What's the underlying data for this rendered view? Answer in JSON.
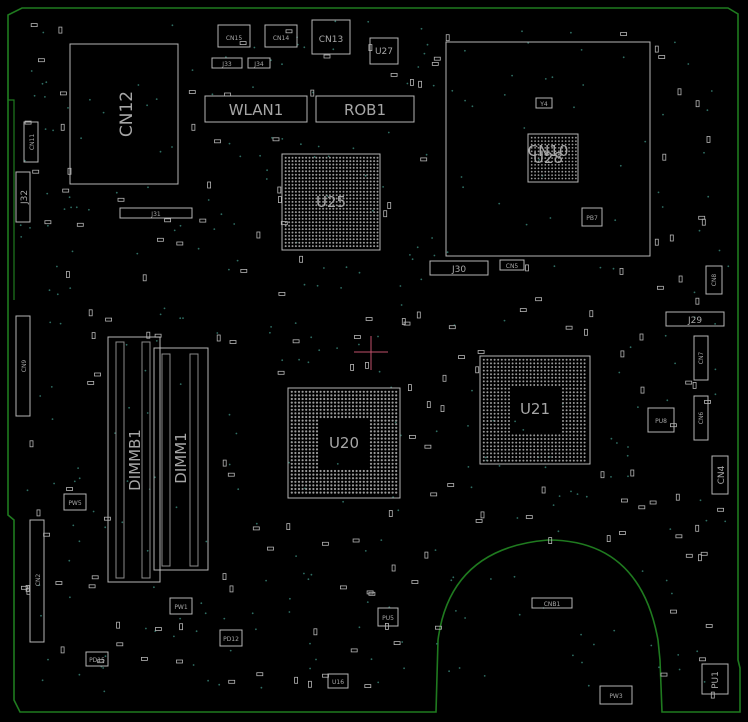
{
  "board": {
    "colors": {
      "background": "#000000",
      "outline": "#1f7a1f",
      "silkscreen": "#b5b5b5",
      "via": "#2f6e63",
      "marker": "#c0506a"
    },
    "labels": {
      "cn12": "CN12",
      "wlan1": "WLAN1",
      "rob1": "ROB1",
      "u25": "U25",
      "u20": "U20",
      "u21": "U21",
      "u28": "U28",
      "cn10": "CN10",
      "dimmb1": "DIMMB1",
      "dimm1": "DIMM1",
      "j30": "J30",
      "j29": "J29",
      "j31": "J31",
      "j32": "J32",
      "j33": "J33",
      "j34": "J34",
      "cn15": "CN15",
      "cn14": "CN14",
      "cn13": "CN13",
      "u27": "U27",
      "cn11": "CN11",
      "cn2": "CN2",
      "cn4": "CN4",
      "cn5": "CN5",
      "cn6": "CN6",
      "cn7": "CN7",
      "cn8": "CN8",
      "cn9": "CN9",
      "cnb1": "CNB1",
      "pu1": "PU1",
      "u16": "U16",
      "pu5": "PU5",
      "pu8": "PU8",
      "y4": "Y4",
      "pw5": "PW5",
      "pw1": "PW1",
      "pw3": "PW3",
      "pd12": "PD12",
      "pd15": "PD15",
      "pb7": "PB7"
    }
  }
}
